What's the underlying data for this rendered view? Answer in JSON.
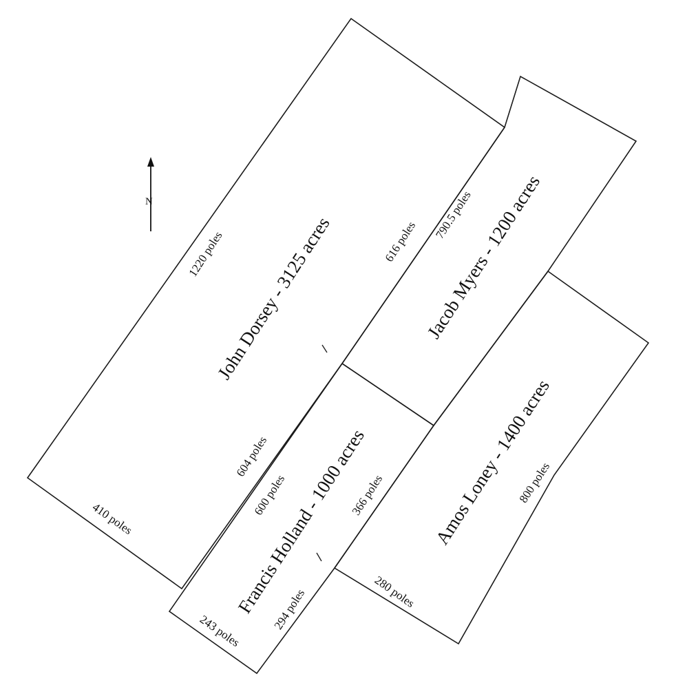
{
  "north_arrow": {
    "label": "N"
  },
  "tracts": {
    "dorsey": {
      "owner": "John Dorsey - 3125 acres",
      "sides": {
        "northwest": "1220 poles",
        "southwest": "410 poles",
        "east_upper": "616 poles",
        "east_lower": "604 poles"
      }
    },
    "myers": {
      "owner": "Jacob Myers - 1200 acres",
      "sides": {
        "northwest": "790.5 poles"
      }
    },
    "holland": {
      "owner": "Francis Holland - 1000 acres",
      "sides": {
        "northwest": "600 poles",
        "southeast": "366 poles",
        "southwest": "243 poles",
        "inner": "294 poles"
      }
    },
    "loney": {
      "owner": "Amos Loney - 1400 acres",
      "sides": {
        "southeast": "800 poles",
        "southwest": "280 poles"
      }
    }
  }
}
